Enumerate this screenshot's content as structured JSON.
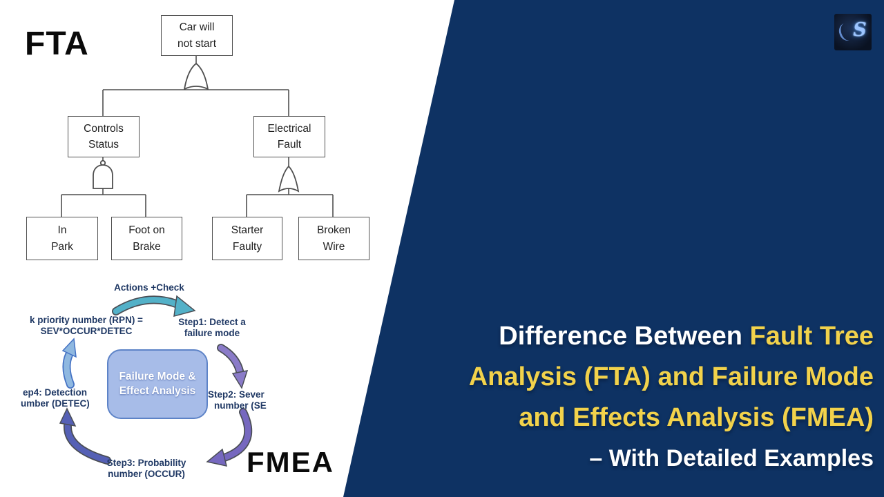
{
  "colors": {
    "panel_navy": "#0e3263",
    "title_yellow": "#F2D24B",
    "title_white": "#ffffff",
    "fmea_label_navy": "#1F3864",
    "fmea_center_fill": "#a7bce8",
    "fmea_center_border": "#5d83c7",
    "fta_line": "#4f4f4f"
  },
  "fta": {
    "heading": "FTA",
    "root": {
      "line1": "Car will",
      "line2": "not start"
    },
    "controls": {
      "line1": "Controls",
      "line2": "Status"
    },
    "electrical": {
      "line1": "Electrical",
      "line2": "Fault"
    },
    "in_park": {
      "line1": "In",
      "line2": "Park"
    },
    "foot_brake": {
      "line1": "Foot on",
      "line2": "Brake"
    },
    "starter": {
      "line1": "Starter",
      "line2": "Faulty"
    },
    "broken_wire": {
      "line1": "Broken",
      "line2": "Wire"
    }
  },
  "fmea": {
    "heading": "FMEA",
    "center": {
      "line1": "Failure Mode &",
      "line2": "Effect Analysis"
    },
    "actions_label": "Actions +Check",
    "step1": {
      "line1": "Step1: Detect a",
      "line2": "failure mode"
    },
    "step2": {
      "line1": "Step2: Sever",
      "line2": "number (SE"
    },
    "step3": {
      "line1": "Step3: Probability",
      "line2": "number (OCCUR)"
    },
    "step4": {
      "line1": "ep4: Detection",
      "line2": "umber (DETEC)"
    },
    "rpn": {
      "line1": "k priority number (RPN) =",
      "line2": "SEV*OCCUR*DETEC"
    },
    "arrow_colors": {
      "top_teal": "#53b1c8",
      "right_upper_purple": "#8a7bc8",
      "right_lower_purple": "#7668bf",
      "bottom_blueviolet": "#5560b5",
      "left_lightblue": "#8fb8e0",
      "outline": "#4a4e55"
    }
  },
  "title": {
    "line1_white": "Difference Between",
    "line1_yellow": " Fault Tree",
    "line2": "Analysis (FTA) and Failure Mode",
    "line3": "and Effects Analysis (FMEA)",
    "line4": "– With Detailed Examples"
  },
  "logo": {
    "letter": "S"
  }
}
